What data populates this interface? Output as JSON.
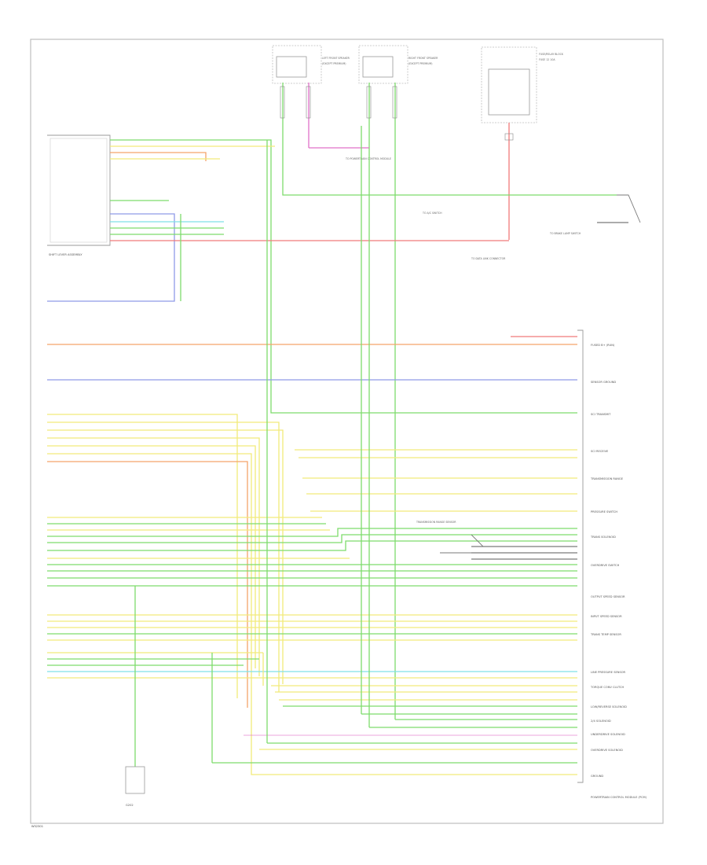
{
  "diagram": {
    "fig_id": "W32301",
    "main_module_name": "POWERTRAIN CONTROL MODULE (PCM)",
    "shift_lever_name": "SHIFT LEVER ASSEMBLY",
    "ground_label": "G202",
    "top_components": [
      {
        "name": "LEFT FRONT SPEAKER",
        "note": "(EXCEPT PREMIUM)"
      },
      {
        "name": "RIGHT FRONT SPEAKER",
        "note": "(EXCEPT PREMIUM)"
      },
      {
        "name": "FUSE/RELAY BLOCK",
        "note": "FUSE 12 10A"
      }
    ],
    "center_notes": [
      "TO POWERTRAIN CONTROL MODULE",
      "TO A/C SWITCH",
      "TO BRAKE LAMP SWITCH",
      "TO DATA LINK CONNECTOR",
      "TRANSMISSION RANGE SENSOR"
    ],
    "wire_colors": {
      "green": "#7edc6c",
      "yellow": "#f2ea7a",
      "red": "#f07a7a",
      "orange": "#f5a36a",
      "blue": "#8f9ae8",
      "pink": "#e070c8",
      "cyan": "#7fe0e8",
      "gray": "#7a7a7a"
    },
    "pcm_pins": [
      "FUSED B+ (RUN)",
      "SENSOR GROUND",
      "SCI TRANSMIT",
      "SCI RECEIVE",
      "TRANSMISSION RANGE",
      "PRESSURE SWITCH",
      "TRANS SOLENOID",
      "OVERDRIVE SWITCH",
      "OUTPUT SPEED SENSOR",
      "INPUT SPEED SENSOR",
      "TRANS TEMP SENSOR",
      "LINE PRESSURE SENSOR",
      "TORQUE CONV CLUTCH",
      "LOW/REVERSE SOLENOID",
      "2/4 SOLENOID",
      "UNDERDRIVE SOLENOID",
      "OVERDRIVE SOLENOID",
      "GROUND"
    ]
  }
}
